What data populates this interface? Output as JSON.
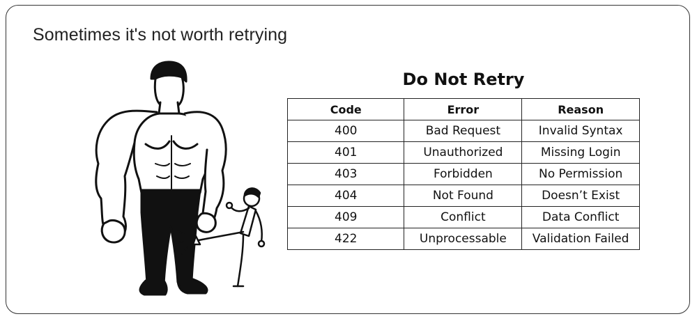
{
  "headline": "Sometimes it's not worth retrying",
  "table": {
    "title": "Do Not Retry",
    "headers": [
      "Code",
      "Error",
      "Reason"
    ],
    "rows": [
      [
        "400",
        "Bad Request",
        "Invalid Syntax"
      ],
      [
        "401",
        "Unauthorized",
        "Missing Login"
      ],
      [
        "403",
        "Forbidden",
        "No Permission"
      ],
      [
        "404",
        "Not Found",
        "Doesn’t Exist"
      ],
      [
        "409",
        "Conflict",
        "Data Conflict"
      ],
      [
        "422",
        "Unprocessable",
        "Validation Failed"
      ]
    ]
  },
  "illustration": {
    "subject": "large muscular figure being kicked by a small figure",
    "ink_color": "#111111"
  }
}
